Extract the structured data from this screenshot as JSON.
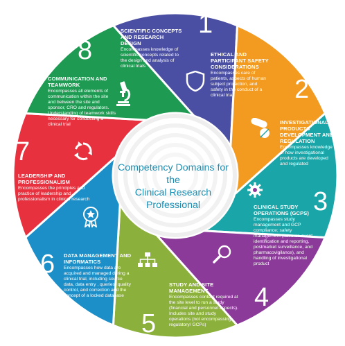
{
  "center_title_line1": "Competency Domains for the",
  "center_title_line2": "Clinical Research Professional",
  "segments": [
    {
      "number": "1",
      "color": "#4b4fa3",
      "title": "SCIENTIFIC CONCEPTS  AND RESEARCH DESIGN",
      "description": "Encompasses knowledge of scientific concepts related to the design and analysis of clinical trials",
      "icon": "microscope-icon"
    },
    {
      "number": "2",
      "color": "#f39a21",
      "title": "ETHICAL AND  PARTICIPANT SAFETY CONSIDERATIONS",
      "description": "Encompasses care of patients, aspects of human subject protection, and safety in the conduct of a clinical trial",
      "icon": "shield-icon"
    },
    {
      "number": "3",
      "color": "#1aa6a8",
      "title": "INVESTIGATIONAL PRODUCTS DEVELOPMENT AND REGULATION",
      "description": "Encompasses knowledge of how investigational products are developed and regulated",
      "icon": "capsule-icon"
    },
    {
      "number": "4",
      "color": "#8c3a9a",
      "title": "CLINICAL STUDY OPERATIONS (GCPs)",
      "description": "Encompasses study management and GCP compliance; safety management (adverse event identification and reporting, postmarket surveillance, and pharmacovigilance), and handling of investigational product",
      "icon": "gear-icon"
    },
    {
      "number": "5",
      "color": "#8cb03c",
      "title": "STUDY AND SITE MANAGEMENT",
      "description": "Encompasses content required at the site level to run a study (financial and personnel aspects). Includes site and study operations (not encompassing regulatory/ GCPs)",
      "icon": "magnifier-icon"
    },
    {
      "number": "6",
      "color": "#1d8fc8",
      "title": "DATA MANAGEMENT  AND INFORMATICS",
      "description": "Encompasses how data are acquired and managed during a clinical trial, including source data, data entry , queries, quality control, and correction and the concept of a locked database",
      "icon": "hierarchy-icon"
    },
    {
      "number": "7",
      "color": "#e8313f",
      "title": "LEADERSHIP AND PROFESSIONALISM",
      "description": "Encompasses the principles and practice of leadership and professionalism in clinical research",
      "icon": "award-icon"
    },
    {
      "number": "8",
      "color": "#1e9a52",
      "title": "COMMUNICATION  AND TEAMWORK",
      "description": "Encompasses all elements of communication within the site and between the site and sponsor, CRO and regulators. Understanding of teamwork skills necessary for conducting a clinical trial",
      "icon": "cycle-arrows-icon"
    }
  ]
}
